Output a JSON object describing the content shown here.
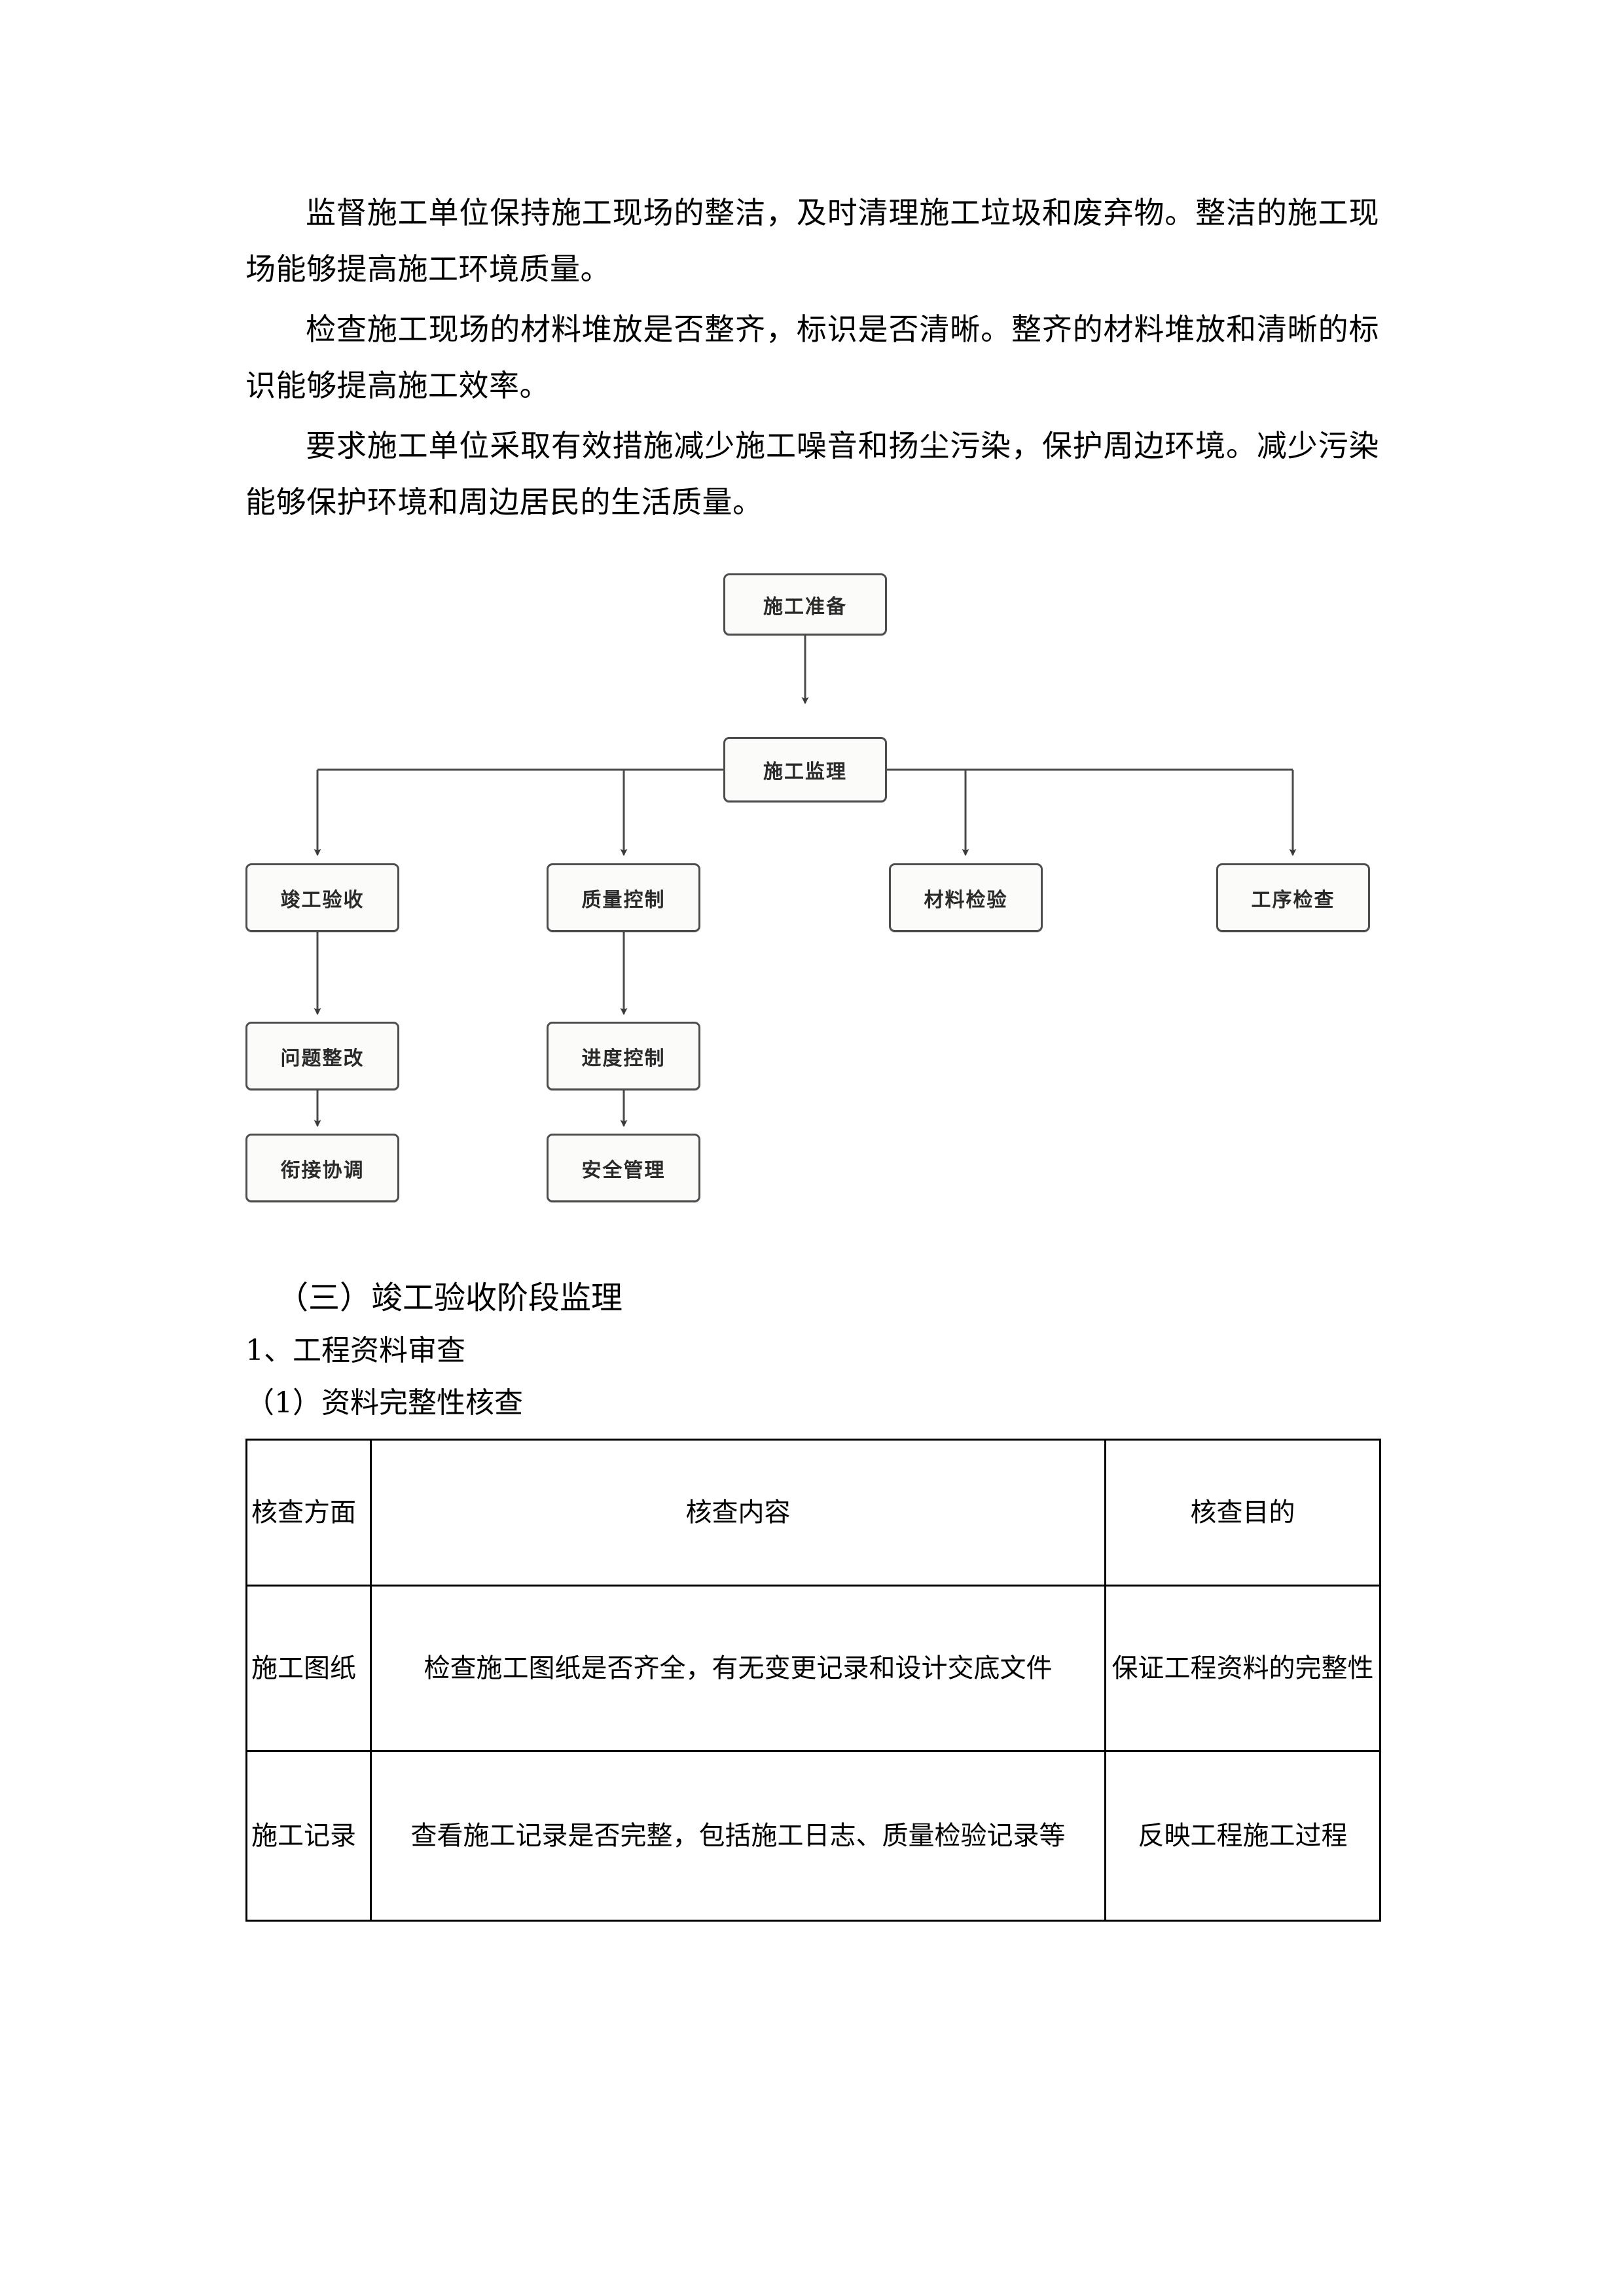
{
  "document": {
    "paragraphs": [
      "监督施工单位保持施工现场的整洁，及时清理施工垃圾和废弃物。整洁的施工现场能够提高施工环境质量。",
      "检查施工现场的材料堆放是否整齐，标识是否清晰。整齐的材料堆放和清晰的标识能够提高施工效率。",
      "要求施工单位采取有效措施减少施工噪音和扬尘污染，保护周边环境。减少污染能够保护环境和周边居民的生活质量。"
    ],
    "headings": {
      "section": "（三）竣工验收阶段监理",
      "subsection": "1、工程资料审查",
      "item": "（1）资料完整性核查"
    }
  },
  "flowchart": {
    "type": "tree",
    "nodes": [
      {
        "id": "prep",
        "label": "施工准备"
      },
      {
        "id": "super",
        "label": "施工监理"
      },
      {
        "id": "accept",
        "label": "竣工验收"
      },
      {
        "id": "quality",
        "label": "质量控制"
      },
      {
        "id": "material",
        "label": "材料检验"
      },
      {
        "id": "process",
        "label": "工序检查"
      },
      {
        "id": "rectify",
        "label": "问题整改"
      },
      {
        "id": "schedule",
        "label": "进度控制"
      },
      {
        "id": "coordinate",
        "label": "衔接协调"
      },
      {
        "id": "safety",
        "label": "安全管理"
      }
    ],
    "edges": [
      {
        "from": "prep",
        "to": "super"
      },
      {
        "from": "super",
        "to": "accept"
      },
      {
        "from": "super",
        "to": "quality"
      },
      {
        "from": "super",
        "to": "material"
      },
      {
        "from": "super",
        "to": "process"
      },
      {
        "from": "accept",
        "to": "rectify"
      },
      {
        "from": "quality",
        "to": "schedule"
      },
      {
        "from": "rectify",
        "to": "coordinate"
      },
      {
        "from": "schedule",
        "to": "safety"
      }
    ],
    "colors": {
      "node_border": "#4d4d4d",
      "node_fill": "#fbfbfa",
      "edge": "#4a4a4a"
    }
  },
  "table": {
    "headers": [
      "核查方面",
      "核查内容",
      "核查目的"
    ],
    "rows": [
      {
        "aspect": "施工图纸",
        "content": "检查施工图纸是否齐全，有无变更记录和设计交底文件",
        "purpose": "保证工程资料的完整性"
      },
      {
        "aspect": "施工记录",
        "content": "查看施工记录是否完整，包括施工日志、质量检验记录等",
        "purpose": "反映工程施工过程"
      }
    ]
  }
}
